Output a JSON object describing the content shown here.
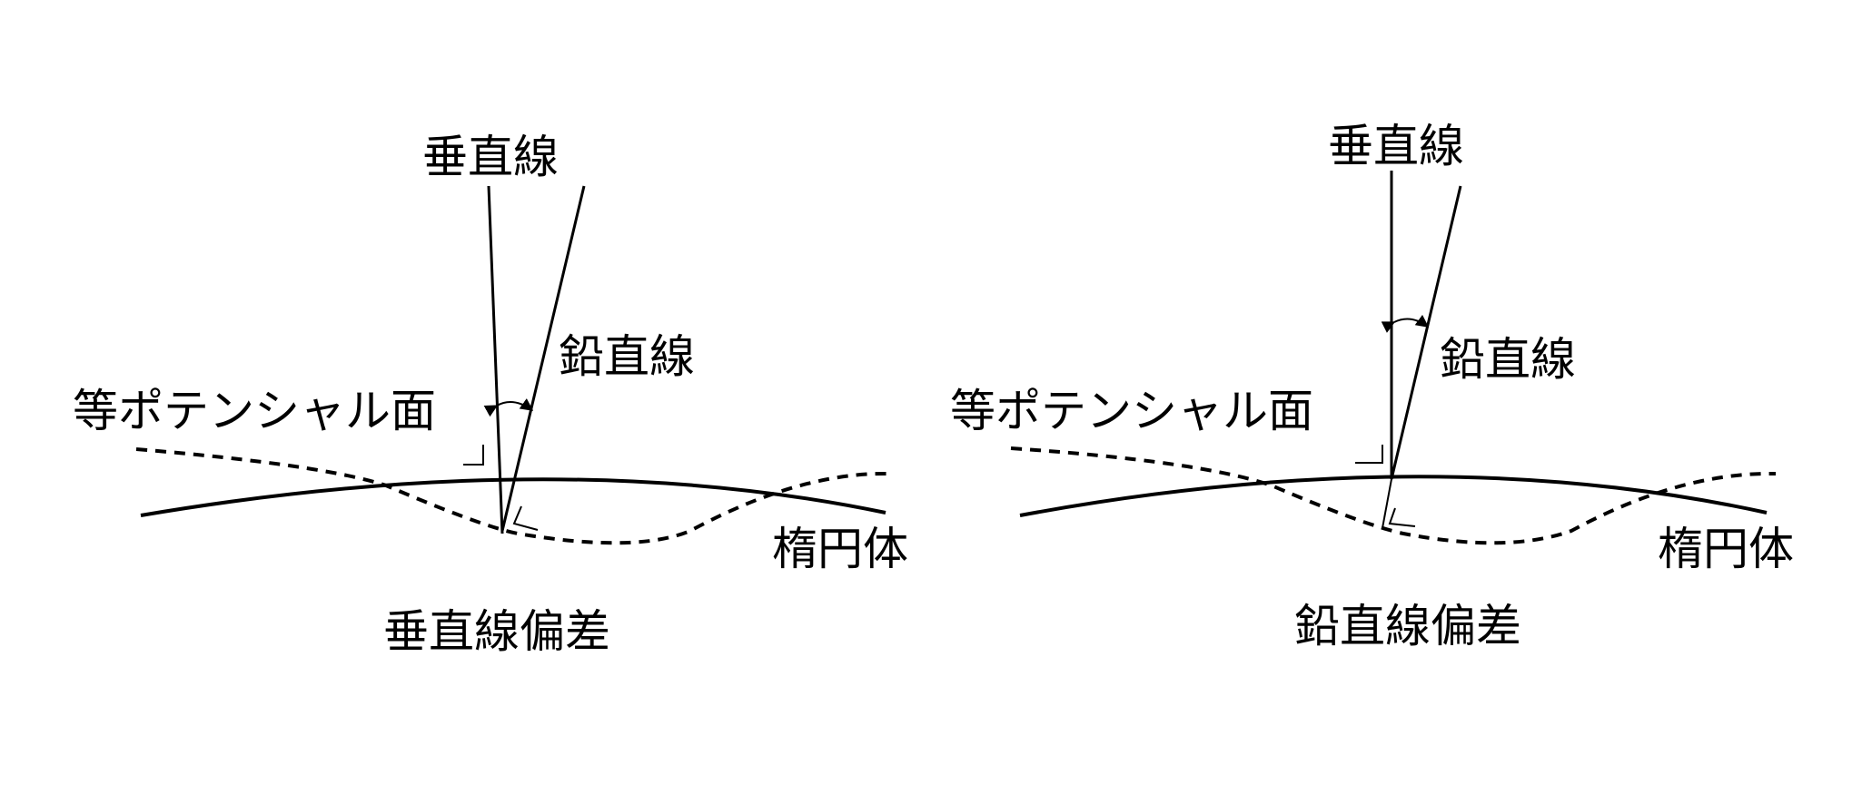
{
  "panels": [
    {
      "label_vertical": "垂直線",
      "label_plumb": "鉛直線",
      "label_equipotential": "等ポテンシャル面",
      "label_ellipsoid": "楕円体",
      "caption": "垂直線偏差"
    },
    {
      "label_vertical": "垂直線",
      "label_plumb": "鉛直線",
      "label_equipotential": "等ポテンシャル面",
      "label_ellipsoid": "楕円体",
      "caption": "鉛直線偏差"
    }
  ]
}
